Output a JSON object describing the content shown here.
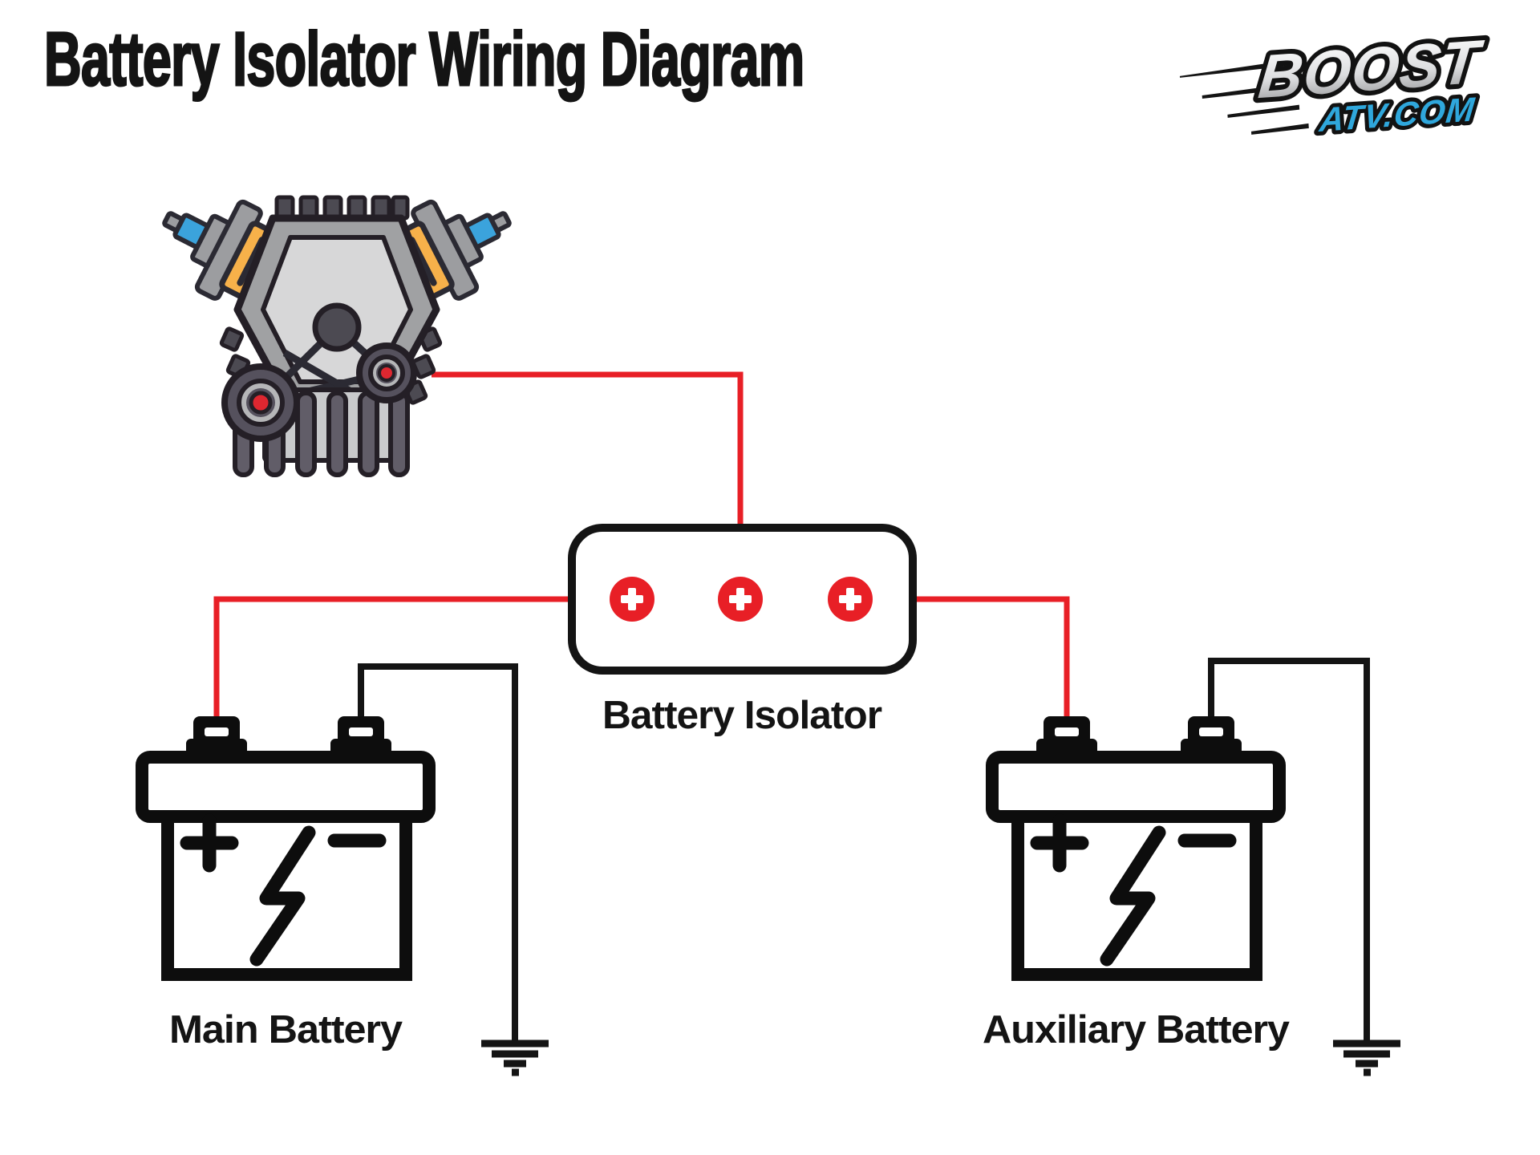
{
  "title": "Battery Isolator Wiring Diagram",
  "logo": {
    "brand": "BOOST",
    "domain": "ATV.COM",
    "brand_color_light": "#ffffff",
    "brand_color_dark": "#8e8f91",
    "domain_color": "#2fa7dc",
    "outline_color": "#121212"
  },
  "nodes": {
    "engine": {
      "type": "engine-illustration"
    },
    "isolator": {
      "label": "Battery Isolator",
      "terminal_count": 3,
      "terminal_symbol": "+"
    },
    "main_battery": {
      "label": "Main Battery",
      "positive_symbol": "+",
      "negative_symbol": "−"
    },
    "auxiliary_battery": {
      "label": "Auxiliary Battery",
      "positive_symbol": "+",
      "negative_symbol": "−"
    }
  },
  "wires": [
    {
      "name": "engine-to-isolator",
      "type": "positive",
      "color": "#e81f26"
    },
    {
      "name": "isolator-to-main-battery-positive",
      "type": "positive",
      "color": "#e81f26"
    },
    {
      "name": "isolator-to-aux-battery-positive",
      "type": "positive",
      "color": "#e81f26"
    },
    {
      "name": "main-battery-negative-to-ground",
      "type": "ground",
      "color": "#141414"
    },
    {
      "name": "aux-battery-negative-to-ground",
      "type": "ground",
      "color": "#141414"
    }
  ],
  "colors": {
    "terminal_red": "#e81f26",
    "outline_black": "#141414",
    "engine_yellow": "#f7b14a",
    "engine_blue": "#3ba3dc",
    "engine_gray": "#9c9da0",
    "pulley_hub_red": "#de2730",
    "background": "#ffffff"
  }
}
